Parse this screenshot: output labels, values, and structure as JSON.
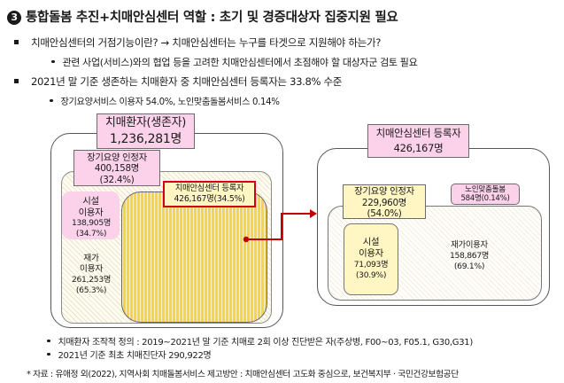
{
  "title": {
    "number": "3",
    "text": "통합돌봄 추진+치매안심센터 역할 : 초기 및 경증대상자 집중지원 필요"
  },
  "bullets": {
    "q1": "치매안심센터의 거점기능이란? → 치매안심센터는 누구를 타겟으로 지원해야 하는가?",
    "q1_sub": "관련 사업(서비스)와의 협업 등을 고려한 치매안심센터에서 초점해야 할 대상자군 검토 필요",
    "q2": "2021년 말 기준 생존하는 치매환자 중 치매안심센터 등록자는 33.8% 수준",
    "q2_sub": "장기요양서비스 이용자 54.0%, 노인맞춤돌봄서비스 0.14%"
  },
  "left": {
    "title": "치매환자(생존자)",
    "count": "1,236,281명",
    "ltc": {
      "label": "장기요양 인정자",
      "count": "400,158명",
      "pct": "(32.4%)"
    },
    "facility": {
      "label1": "시설",
      "label2": "이용자",
      "count": "138,905명",
      "pct": "(34.7%)"
    },
    "home": {
      "label1": "재가",
      "label2": "이용자",
      "count": "261,253명",
      "pct": "(65.3%)"
    },
    "center": {
      "label": "치매안심센터 등록자",
      "value": "426,167명(34.5%)"
    }
  },
  "right": {
    "title": "치매안심센터 등록자",
    "count": "426,167명",
    "ltc": {
      "label": "장기요양 인정자",
      "count": "229,960명",
      "pct": "(54.0%)"
    },
    "care": {
      "label": "노인맞춤돌봄",
      "value": "584명(0.14%)"
    },
    "facility": {
      "label1": "시설",
      "label2": "이용자",
      "count": "71,093명",
      "pct": "(30.9%)"
    },
    "home": {
      "label": "재가이용자",
      "count": "158,867명",
      "pct": "(69.1%)"
    }
  },
  "notes": {
    "n1": "치매환자 조작적 정의 : 2019~2021년 말 기준 치매로 2회 이상 진단받은 자(주상병, F00~03, F05.1, G30,G31)",
    "n2": "2021년 기준 최초 치매진단자 290,922명"
  },
  "source": "* 자료 : 유애정 외(2022), 지역사회 치매돌봄서비스 제고방안 : 치매안심센터 고도화 중심으로, 보건복지부 · 국민건강보험공단",
  "colors": {
    "pink": "#fbd2ea",
    "yellow": "#fff6c4",
    "center_fill": "#f7d24c",
    "arrow": "#c00000"
  }
}
